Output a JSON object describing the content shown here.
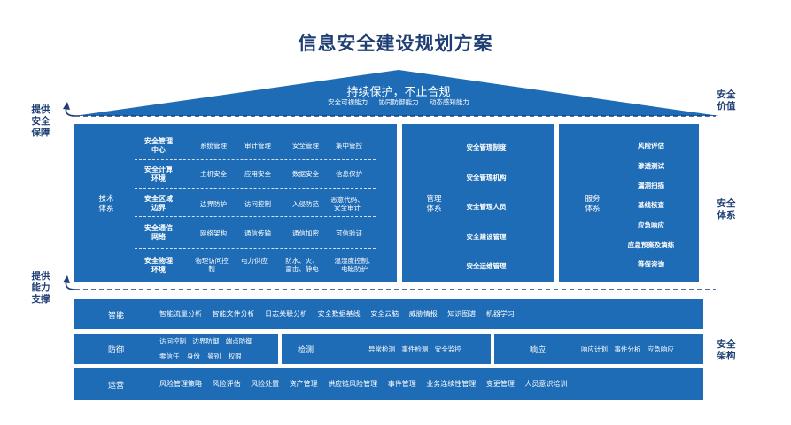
{
  "title": "信息安全建设规划方案",
  "roof": {
    "main": "持续保护，不止合规",
    "sub": [
      "安全可视能力",
      "协同防御能力",
      "动态感知能力"
    ]
  },
  "left_labels": {
    "top": [
      "提供",
      "安全",
      "保障"
    ],
    "bottom": [
      "提供",
      "能力",
      "支撑"
    ]
  },
  "right_labels": {
    "value": [
      "安全",
      "价值"
    ],
    "system": [
      "安全",
      "体系"
    ],
    "arch": [
      "安全",
      "架构"
    ]
  },
  "tech": {
    "label": [
      "技术",
      "体系"
    ],
    "rows": [
      {
        "cat": [
          "安全管理",
          "中心"
        ],
        "items": [
          "系统管理",
          "审计管理",
          "安全管理",
          "集中管控"
        ]
      },
      {
        "cat": [
          "安全计算",
          "环境"
        ],
        "items": [
          "主机安全",
          "应用安全",
          "数据安全",
          "信息保护"
        ]
      },
      {
        "cat": [
          "安全区域",
          "边界"
        ],
        "items": [
          "边界防护",
          "访问控制",
          "入侵防范",
          "恶意代码、安全审计"
        ]
      },
      {
        "cat": [
          "安全通信",
          "网络"
        ],
        "items": [
          "网络架构",
          "通信传输",
          "通信加密",
          "可信验证"
        ]
      },
      {
        "cat": [
          "安全物理",
          "环境"
        ],
        "items": [
          "物理访问控制",
          "电力供应",
          "防水、火、雷击、静电",
          "温湿度控制、电磁防护"
        ]
      }
    ]
  },
  "mgmt": {
    "label": [
      "管理",
      "体系"
    ],
    "items": [
      "安全管理制度",
      "安全管理机构",
      "安全管理人员",
      "安全建设管理",
      "安全运维管理"
    ]
  },
  "service": {
    "label": [
      "服务",
      "体系"
    ],
    "items": [
      "风险评估",
      "渗透测试",
      "漏洞扫描",
      "基线核查",
      "应急响应",
      "应急预案及演练",
      "等保咨询"
    ]
  },
  "arch": {
    "smart": {
      "label": "智能",
      "items": [
        "智能流量分析",
        "智能文件分析",
        "日志关联分析",
        "安全数据基线",
        "安全云脑",
        "威胁情报",
        "知识图谱",
        "机器学习"
      ]
    },
    "defense": {
      "label": "防御",
      "line1": [
        "访问控制",
        "边界防御",
        "端点防御"
      ],
      "line2": [
        "零信任",
        "身份",
        "鉴别",
        "权限"
      ]
    },
    "detect": {
      "label": "检测",
      "items": [
        "异常检测",
        "事件检测",
        "安全监控"
      ]
    },
    "respond": {
      "label": "响应",
      "items": [
        "响应计划",
        "事件分析",
        "应急响应"
      ]
    },
    "ops": {
      "label": "运营",
      "items": [
        "风险管理策略",
        "风险评估",
        "风险处置",
        "资产管理",
        "供应链风险管理",
        "事件管理",
        "业务连续性管理",
        "变更管理",
        "人员意识培训"
      ]
    }
  },
  "colors": {
    "primary": "#1f6cb6",
    "title": "#1f3e74"
  }
}
